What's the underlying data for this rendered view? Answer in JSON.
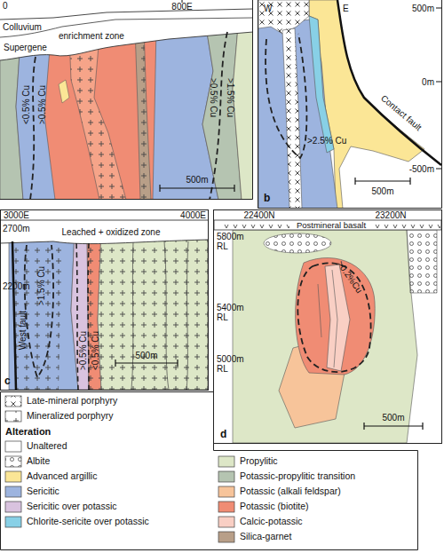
{
  "diagram": {
    "labels": [
      "0",
      "800E",
      "Colluvium",
      "enrichment zone",
      "Supergene",
      "<0.5% Cu",
      ">0.5% Cu",
      ">0.5% Cu",
      ">1.5% Cu",
      "500m",
      "W",
      "E",
      "500m",
      "0m",
      "-500m",
      "Contact fault",
      ">2.5% Cu",
      "500m",
      "b",
      "3000E",
      "4000E",
      "2700m",
      "2200m",
      "Leached + oxidized zone",
      "West fault",
      ">1.5% Cu",
      ">0.5% Cu",
      "<0.5% Cu",
      "500m",
      "c",
      "22400N",
      "23200N",
      "Postmineral basalt",
      "5800m RL",
      "5400m RL",
      "5000m RL",
      ">0.2%Cu",
      "500m",
      "d",
      "Alteration"
    ],
    "legend": [
      {
        "text": "Late-mineral porphyry"
      },
      {
        "text": "Mineralized porphyry"
      },
      {
        "text": "Unaltered",
        "color": "#ffffff"
      },
      {
        "text": "Albite"
      },
      {
        "text": "Advanced argillic",
        "color": "#fbe696"
      },
      {
        "text": "Sericitic",
        "color": "#9db4df"
      },
      {
        "text": "Sericitic over potassic",
        "color": "#d9c3df"
      },
      {
        "text": "Chlorite-sericite over potassic",
        "color": "#88d0e6"
      },
      {
        "text": "Propylitic",
        "color": "#dde7c7"
      },
      {
        "text": "Potassic-propylitic transition",
        "color": "#b5c4b1"
      },
      {
        "text": "Potassic (alkali feldspar)",
        "color": "#f7c49a"
      },
      {
        "text": "Potassic (biotite)",
        "color": "#f08c74"
      },
      {
        "text": "Calcic-potassic",
        "color": "#f9cfc4"
      },
      {
        "text": "Silica-garnet",
        "color": "#b89f88"
      }
    ]
  }
}
